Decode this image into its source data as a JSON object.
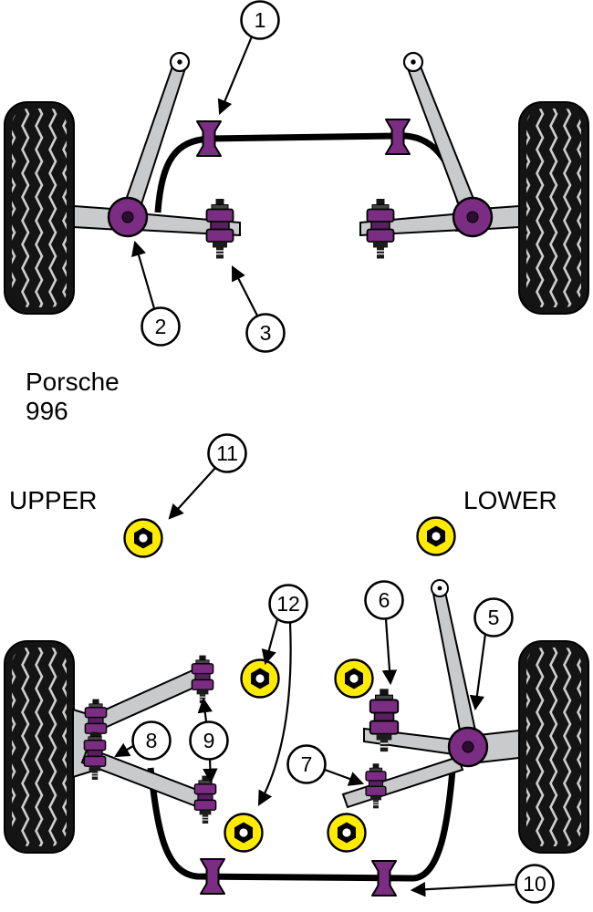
{
  "vehicle": {
    "name_line1": "Porsche",
    "name_line2": "996"
  },
  "section_labels": {
    "upper": "UPPER",
    "lower": "LOWER"
  },
  "callouts": {
    "c1": "1",
    "c2": "2",
    "c3": "3",
    "c5": "5",
    "c6": "6",
    "c7": "7",
    "c8": "8",
    "c9": "9",
    "c10": "10",
    "c11": "11",
    "c12": "12"
  },
  "colors": {
    "bushing_purple": "#7B2D83",
    "bushing_purple_dark": "#5A1F63",
    "bushing_yellow": "#FFEB00",
    "arm_gray": "#C9CACB",
    "tire_black": "#141414"
  }
}
